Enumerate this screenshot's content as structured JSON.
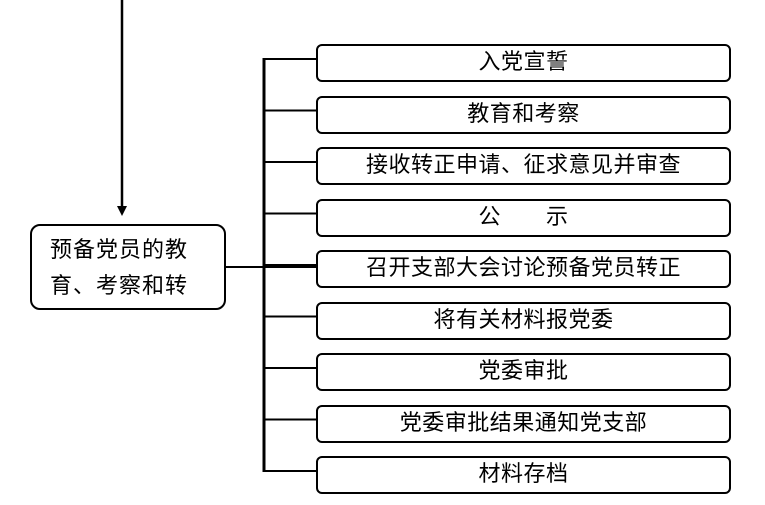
{
  "main_node": {
    "line1": "预备党员的教",
    "line2": "育、考察和转"
  },
  "steps": [
    "入党宣誓",
    "教育和考察",
    "接收转正申请、征求意见并审查",
    "公      示",
    "召开支部大会讨论预备党员转正",
    "将有关材料报党委",
    "党委审批",
    "党委审批结果通知党支部",
    "材料存档"
  ],
  "colors": {
    "stroke": "#000000",
    "background": "#ffffff"
  }
}
